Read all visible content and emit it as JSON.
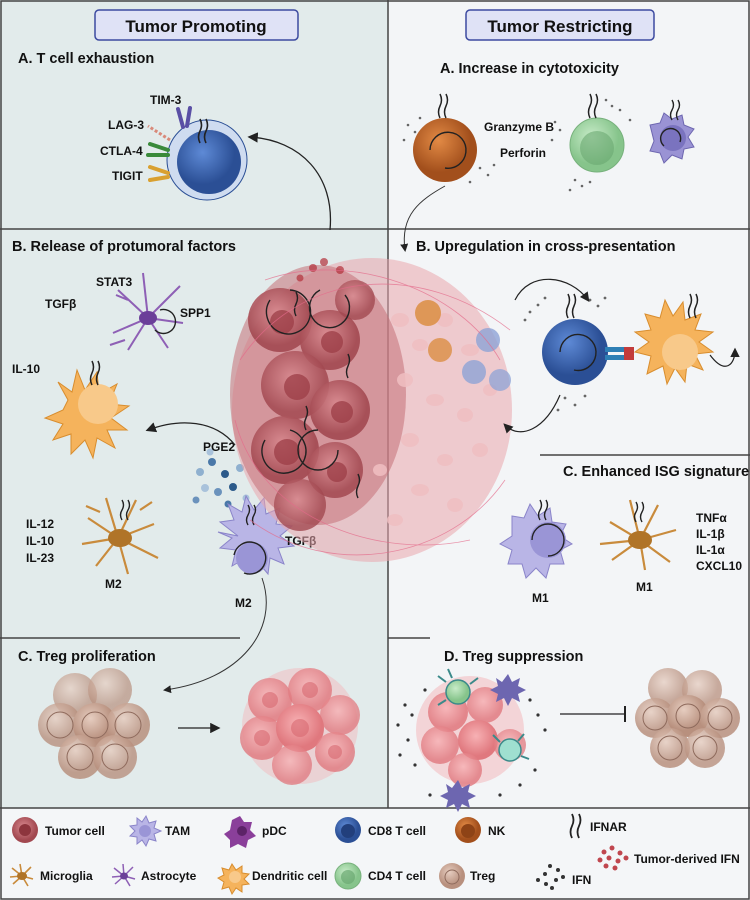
{
  "headers": {
    "left": "Tumor Promoting",
    "right": "Tumor Restricting"
  },
  "left": {
    "a": {
      "title": "A. T cell exhaustion",
      "receptors": [
        "TIM-3",
        "LAG-3",
        "CTLA-4",
        "TIGIT"
      ]
    },
    "b": {
      "title": "B. Release of protumoral factors",
      "stat3": "STAT3",
      "tgfb": "TGFβ",
      "spp1": "SPP1",
      "il10": "IL-10",
      "pge2": "PGE2",
      "cytokines": [
        "IL-12",
        "IL-10",
        "IL-23"
      ],
      "m2a": "M2",
      "tgfb2": "TGFβ",
      "m2b": "M2"
    },
    "c": {
      "title": "C. Treg proliferation"
    }
  },
  "right": {
    "a": {
      "title": "A. Increase in cytotoxicity",
      "granzyme": "Granzyme B",
      "perforin": "Perforin"
    },
    "b": {
      "title": "B. Upregulation in cross-presentation"
    },
    "c": {
      "title": "C. Enhanced ISG signature",
      "cytokines": [
        "TNFα",
        "IL-1β",
        "IL-1α",
        "CXCL10"
      ],
      "m1a": "M1",
      "m1b": "M1"
    },
    "d": {
      "title": "D. Treg suppression"
    }
  },
  "legend": [
    {
      "label": "Tumor cell",
      "icon": "tumor-cell-icon"
    },
    {
      "label": "TAM",
      "icon": "tam-icon"
    },
    {
      "label": "pDC",
      "icon": "pdc-icon"
    },
    {
      "label": "CD8 T cell",
      "icon": "cd8-t-cell-icon"
    },
    {
      "label": "NK",
      "icon": "nk-icon"
    },
    {
      "label": "IFNAR",
      "icon": "ifnar-icon"
    },
    {
      "label": "Microglia",
      "icon": "microglia-icon"
    },
    {
      "label": "Astrocyte",
      "icon": "astrocyte-icon"
    },
    {
      "label": "Dendritic cell",
      "icon": "dendritic-cell-icon"
    },
    {
      "label": "CD4 T cell",
      "icon": "cd4-t-cell-icon"
    },
    {
      "label": "Treg",
      "icon": "treg-icon"
    },
    {
      "label": "IFN",
      "icon": "ifn-icon"
    },
    {
      "label": "Tumor-derived IFN",
      "icon": "tumor-derived-ifn-icon"
    }
  ],
  "colors": {
    "leftPanel": "#e2ebeb",
    "rightPanel": "#f3f5f7",
    "cd8": "#3a66b3",
    "nk": "#c4672a",
    "cd4": "#9fd3a3",
    "tam": "#a9a4de",
    "dc": "#f5b35c",
    "microglia": "#c98b3c",
    "astrocyte": "#8e5fb5",
    "treg": "#c9a99a",
    "tumor": "#b45a62",
    "pdc": "#8a3f9a"
  }
}
